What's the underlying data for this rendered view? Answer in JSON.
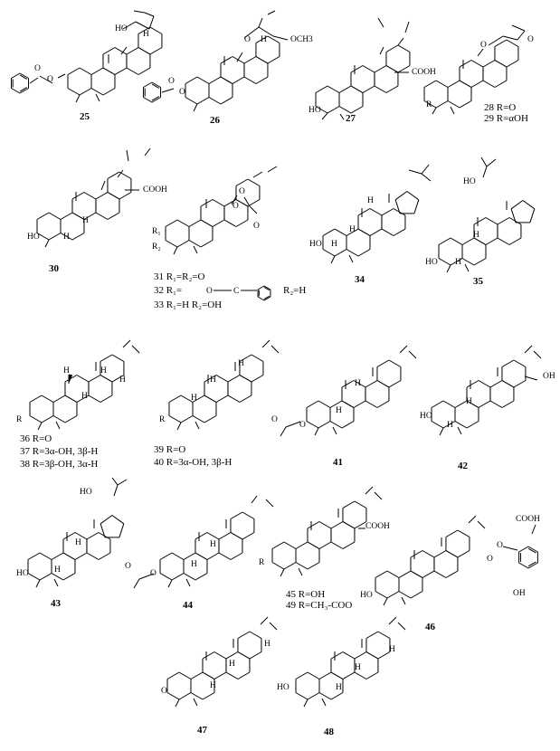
{
  "figure": {
    "compounds": [
      {
        "id": "25",
        "number": "25",
        "atoms": [
          "O",
          "O",
          "H",
          "HO"
        ]
      },
      {
        "id": "26",
        "number": "26",
        "atoms": [
          "O",
          "O",
          "H",
          "OCH3",
          "O"
        ]
      },
      {
        "id": "27",
        "number": "27",
        "atoms": [
          "COOH",
          "HO"
        ]
      },
      {
        "id": "28-29",
        "number": "28 R=O",
        "number2": "29 R=αOH",
        "atoms": [
          "O",
          "O",
          "R"
        ]
      },
      {
        "id": "30",
        "number": "30",
        "atoms": [
          "COOH",
          "HO",
          "H",
          "H"
        ]
      },
      {
        "id": "31-33",
        "line1": "31 R₁=R₂=O",
        "line2_lead": "32 R₁=",
        "line2_tail": "R₂=H",
        "line3": "33 R₁=H R₂=OH",
        "atoms": [
          "O",
          "O",
          "O",
          "R₁",
          "R₂",
          "C",
          "O"
        ]
      },
      {
        "id": "34",
        "number": "34",
        "atoms": [
          "HO",
          "H",
          "H",
          "H"
        ]
      },
      {
        "id": "35",
        "number": "35",
        "atoms": [
          "HO",
          "HO",
          "H",
          "H"
        ]
      },
      {
        "id": "36-38",
        "line1": "36 R=O",
        "line2": "37 R=3α-OH, 3β-H",
        "line3": "38 R=3β-OH, 3α-H",
        "atoms": [
          "R",
          "H",
          "H",
          "H",
          "H"
        ]
      },
      {
        "id": "39-40",
        "line1": "39 R=O",
        "line2": "40 R=3α-OH, 3β-H",
        "atoms": [
          "R",
          "H",
          "H",
          "H"
        ]
      },
      {
        "id": "41",
        "number": "41",
        "atoms": [
          "O",
          "O",
          "H",
          "H"
        ]
      },
      {
        "id": "42",
        "number": "42",
        "atoms": [
          "HO",
          "OH",
          "H",
          "H"
        ]
      },
      {
        "id": "43",
        "number": "43",
        "atoms": [
          "HO",
          "HO",
          "H",
          "H"
        ]
      },
      {
        "id": "44",
        "number": "44",
        "atoms": [
          "O",
          "O",
          "H",
          "H"
        ]
      },
      {
        "id": "45-49",
        "line1": "45 R=OH",
        "line2": "49 R=CH₃-COO",
        "atoms": [
          "COOH",
          "R"
        ]
      },
      {
        "id": "46",
        "number": "46",
        "atoms": [
          "COOH",
          "HO",
          "OH",
          "O",
          "O"
        ]
      },
      {
        "id": "47",
        "number": "47",
        "atoms": [
          "O",
          "H",
          "H",
          "H"
        ]
      },
      {
        "id": "48",
        "number": "48",
        "atoms": [
          "HO",
          "H",
          "H",
          "H"
        ]
      }
    ]
  }
}
